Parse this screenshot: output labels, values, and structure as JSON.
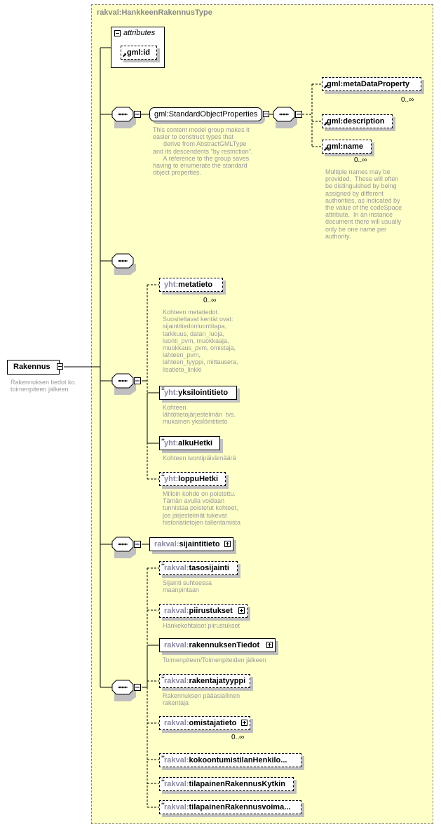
{
  "type_name": "rakval:HankkeenRakennusType",
  "root": {
    "name": "Rakennus",
    "doc": "Rakennuksen tiedot ko.\ntoimenpiteen jälkeen"
  },
  "attributes": {
    "label": "attributes",
    "items": [
      {
        "prefix": "gml:",
        "name": "id"
      }
    ]
  },
  "groups": {
    "standard_object_properties": {
      "label": "gml:StandardObjectProperties",
      "doc": "This content model group makes it\neasier to construct types that\n      derive from AbstractGMLType\nand its descendents \"by restriction\".\n      A reference to the group saves\nhaving to enumerate the standard\nobject properties."
    }
  },
  "elements": [
    {
      "id": "metaDataProperty",
      "prefix": "gml:",
      "name": "metaDataProperty",
      "card": "0..∞"
    },
    {
      "id": "description",
      "prefix": "gml:",
      "name": "description"
    },
    {
      "id": "name",
      "prefix": "gml:",
      "name": "name",
      "card": "0..∞",
      "doc": "Multiple names may be\nprovided.  These will often\nbe distinguished by being\nassigned by different\nauthorities, as indicated by\nthe value of the codeSpace\nattribute.  In an instance\ndocument there will usually\nonly be one name per\nauthority."
    },
    {
      "id": "metatieto",
      "prefix": "yht:",
      "name": "metatieto",
      "card": "0..∞",
      "doc": "Kohteen metatiedot.\nSuositeltavat kentät ovat:\nsijaintitiedonluontitapa,\ntarkkuus, datan_luoja,\nluonti_pvm, muokkaaja,\nmuokkaus_pvm, omistaja,\nlahteen_pvm,\nlahteen_tyyppi, mittausera,\nlisatieto_linkki"
    },
    {
      "id": "yksilointitieto",
      "prefix": "yht:",
      "name": "yksilointitieto",
      "doc": "Kohteen\nlähtötietojärjestelmän  tvs.\nmukainen yksilöintitieto"
    },
    {
      "id": "alkuHetki",
      "prefix": "yht:",
      "name": "alkuHetki",
      "doc": "Kohteen luontipäivämäärä"
    },
    {
      "id": "loppuHetki",
      "prefix": "yht:",
      "name": "loppuHetki",
      "doc": "Milloin kohde on poistettu.\nTämän avulla voidaan\ntunnistaa poistetut kohteet,\njos järjestelmät tukevat\nhistoriatietojen tallentamista"
    },
    {
      "id": "sijaintitieto",
      "prefix": "rakval:",
      "name": "sijaintitieto"
    },
    {
      "id": "tasosijainti",
      "prefix": "rakval:",
      "name": "tasosijainti",
      "doc": "Sijainti suhteessa\nmaanpintaan"
    },
    {
      "id": "piirustukset",
      "prefix": "rakval:",
      "name": "piirustukset",
      "doc": "Hankekohtaiset piirustukset"
    },
    {
      "id": "rakennuksenTiedot",
      "prefix": "rakval:",
      "name": "rakennuksenTiedot",
      "doc": "Toimenpiteen/Toimenpiteiden jälkeen"
    },
    {
      "id": "rakentajatyyppi",
      "prefix": "rakval:",
      "name": "rakentajatyyppi",
      "doc": "Rakennuksen pääasiallinen\nrakentaja"
    },
    {
      "id": "omistajatieto",
      "prefix": "rakval:",
      "name": "omistajatieto",
      "card": "0..∞"
    },
    {
      "id": "kokoontumis",
      "prefix": "rakval:",
      "name": "kokoontumistilanHenkilo..."
    },
    {
      "id": "kytkin",
      "prefix": "rakval:",
      "name": "tilapainenRakennusKytkin"
    },
    {
      "id": "voima",
      "prefix": "rakval:",
      "name": "tilapainenRakennusvoima..."
    }
  ]
}
